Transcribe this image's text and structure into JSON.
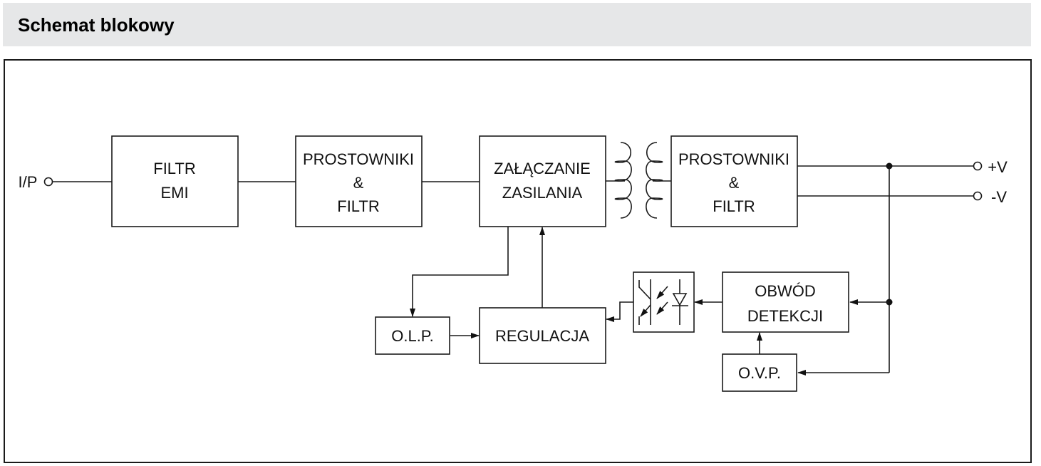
{
  "header": {
    "title": "Schemat blokowy"
  },
  "diagram": {
    "input_label": "I/P",
    "output_pos_label": "+V",
    "output_neg_label": "-V",
    "blocks": {
      "emi_filter": [
        "FILTR",
        "EMI"
      ],
      "rectifier_in": [
        "PROSTOWNIKI",
        "&",
        "FILTR"
      ],
      "power_switching": [
        "ZAŁĄCZANIE",
        "ZASILANIA"
      ],
      "rectifier_out": [
        "PROSTOWNIKI",
        "&",
        "FILTR"
      ],
      "olp": [
        "O.L.P."
      ],
      "regulation": [
        "REGULACJA"
      ],
      "detection": [
        "OBWÓD",
        "DETEKCJI"
      ],
      "ovp": [
        "O.V.P."
      ]
    },
    "optocoupler": "optocoupler-icon",
    "transformer": "transformer-icon"
  }
}
